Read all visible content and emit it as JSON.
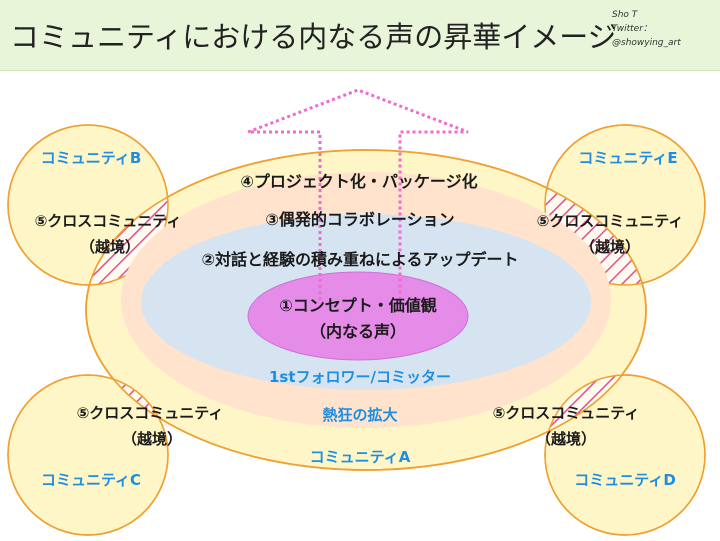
{
  "header": {
    "title": "コミュニティにおける内なる声の昇華イメージ",
    "credit_name": "Sho T",
    "credit_twitter": "Twitter：@showying_art"
  },
  "layers": {
    "core_line1": "①コンセプト・価値観",
    "core_line2": "（内なる声）",
    "dialogue": "②対話と経験の積み重ねによるアップデート",
    "chance": "③偶発的コラボレーション",
    "project": "④プロジェクト化・パッケージ化",
    "follower": "1stフォロワー/コミッター",
    "expansion": "熱狂の拡大"
  },
  "communities": {
    "a": "コミュニティA",
    "b": "コミュニティB",
    "c": "コミュニティC",
    "d": "コミュニティD",
    "e": "コミュニティE"
  },
  "cross": {
    "label": "⑤クロスコミュニティ",
    "sub": "（越境）"
  },
  "colors": {
    "outer_fill": "#fff6c8",
    "outer_stroke": "#f0a030",
    "peach": "#ffe3cc",
    "blue_layer": "#d6e4f2",
    "core": "#e58be8",
    "arrow": "#f06ad0",
    "hatch": "#e0508a",
    "blue_text": "#1e8ee0"
  }
}
